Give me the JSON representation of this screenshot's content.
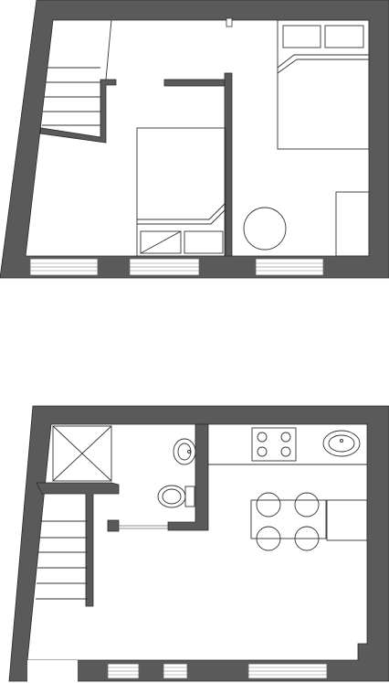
{
  "diagram": {
    "type": "architectural-floor-plan",
    "levels": [
      {
        "name": "upper-floor",
        "rooms": [
          "bedroom",
          "stairwell"
        ],
        "furniture": [
          "bed",
          "bed",
          "round-table",
          "cabinet"
        ],
        "text_labels": []
      },
      {
        "name": "lower-floor",
        "rooms": [
          "kitchen",
          "bathroom",
          "stairwell",
          "living-area"
        ],
        "furniture": [
          "shower",
          "toilet",
          "washbasin",
          "cooktop",
          "kitchen-sink",
          "dining-table",
          "chair",
          "chair",
          "chair",
          "chair",
          "sideboard"
        ],
        "text_labels": []
      }
    ],
    "colors": {
      "wall_fill": "#5a5a5a",
      "wall_stroke": "#2a2a2a",
      "line": "#333333",
      "window_frame": "#666666",
      "background": "#ffffff"
    }
  }
}
